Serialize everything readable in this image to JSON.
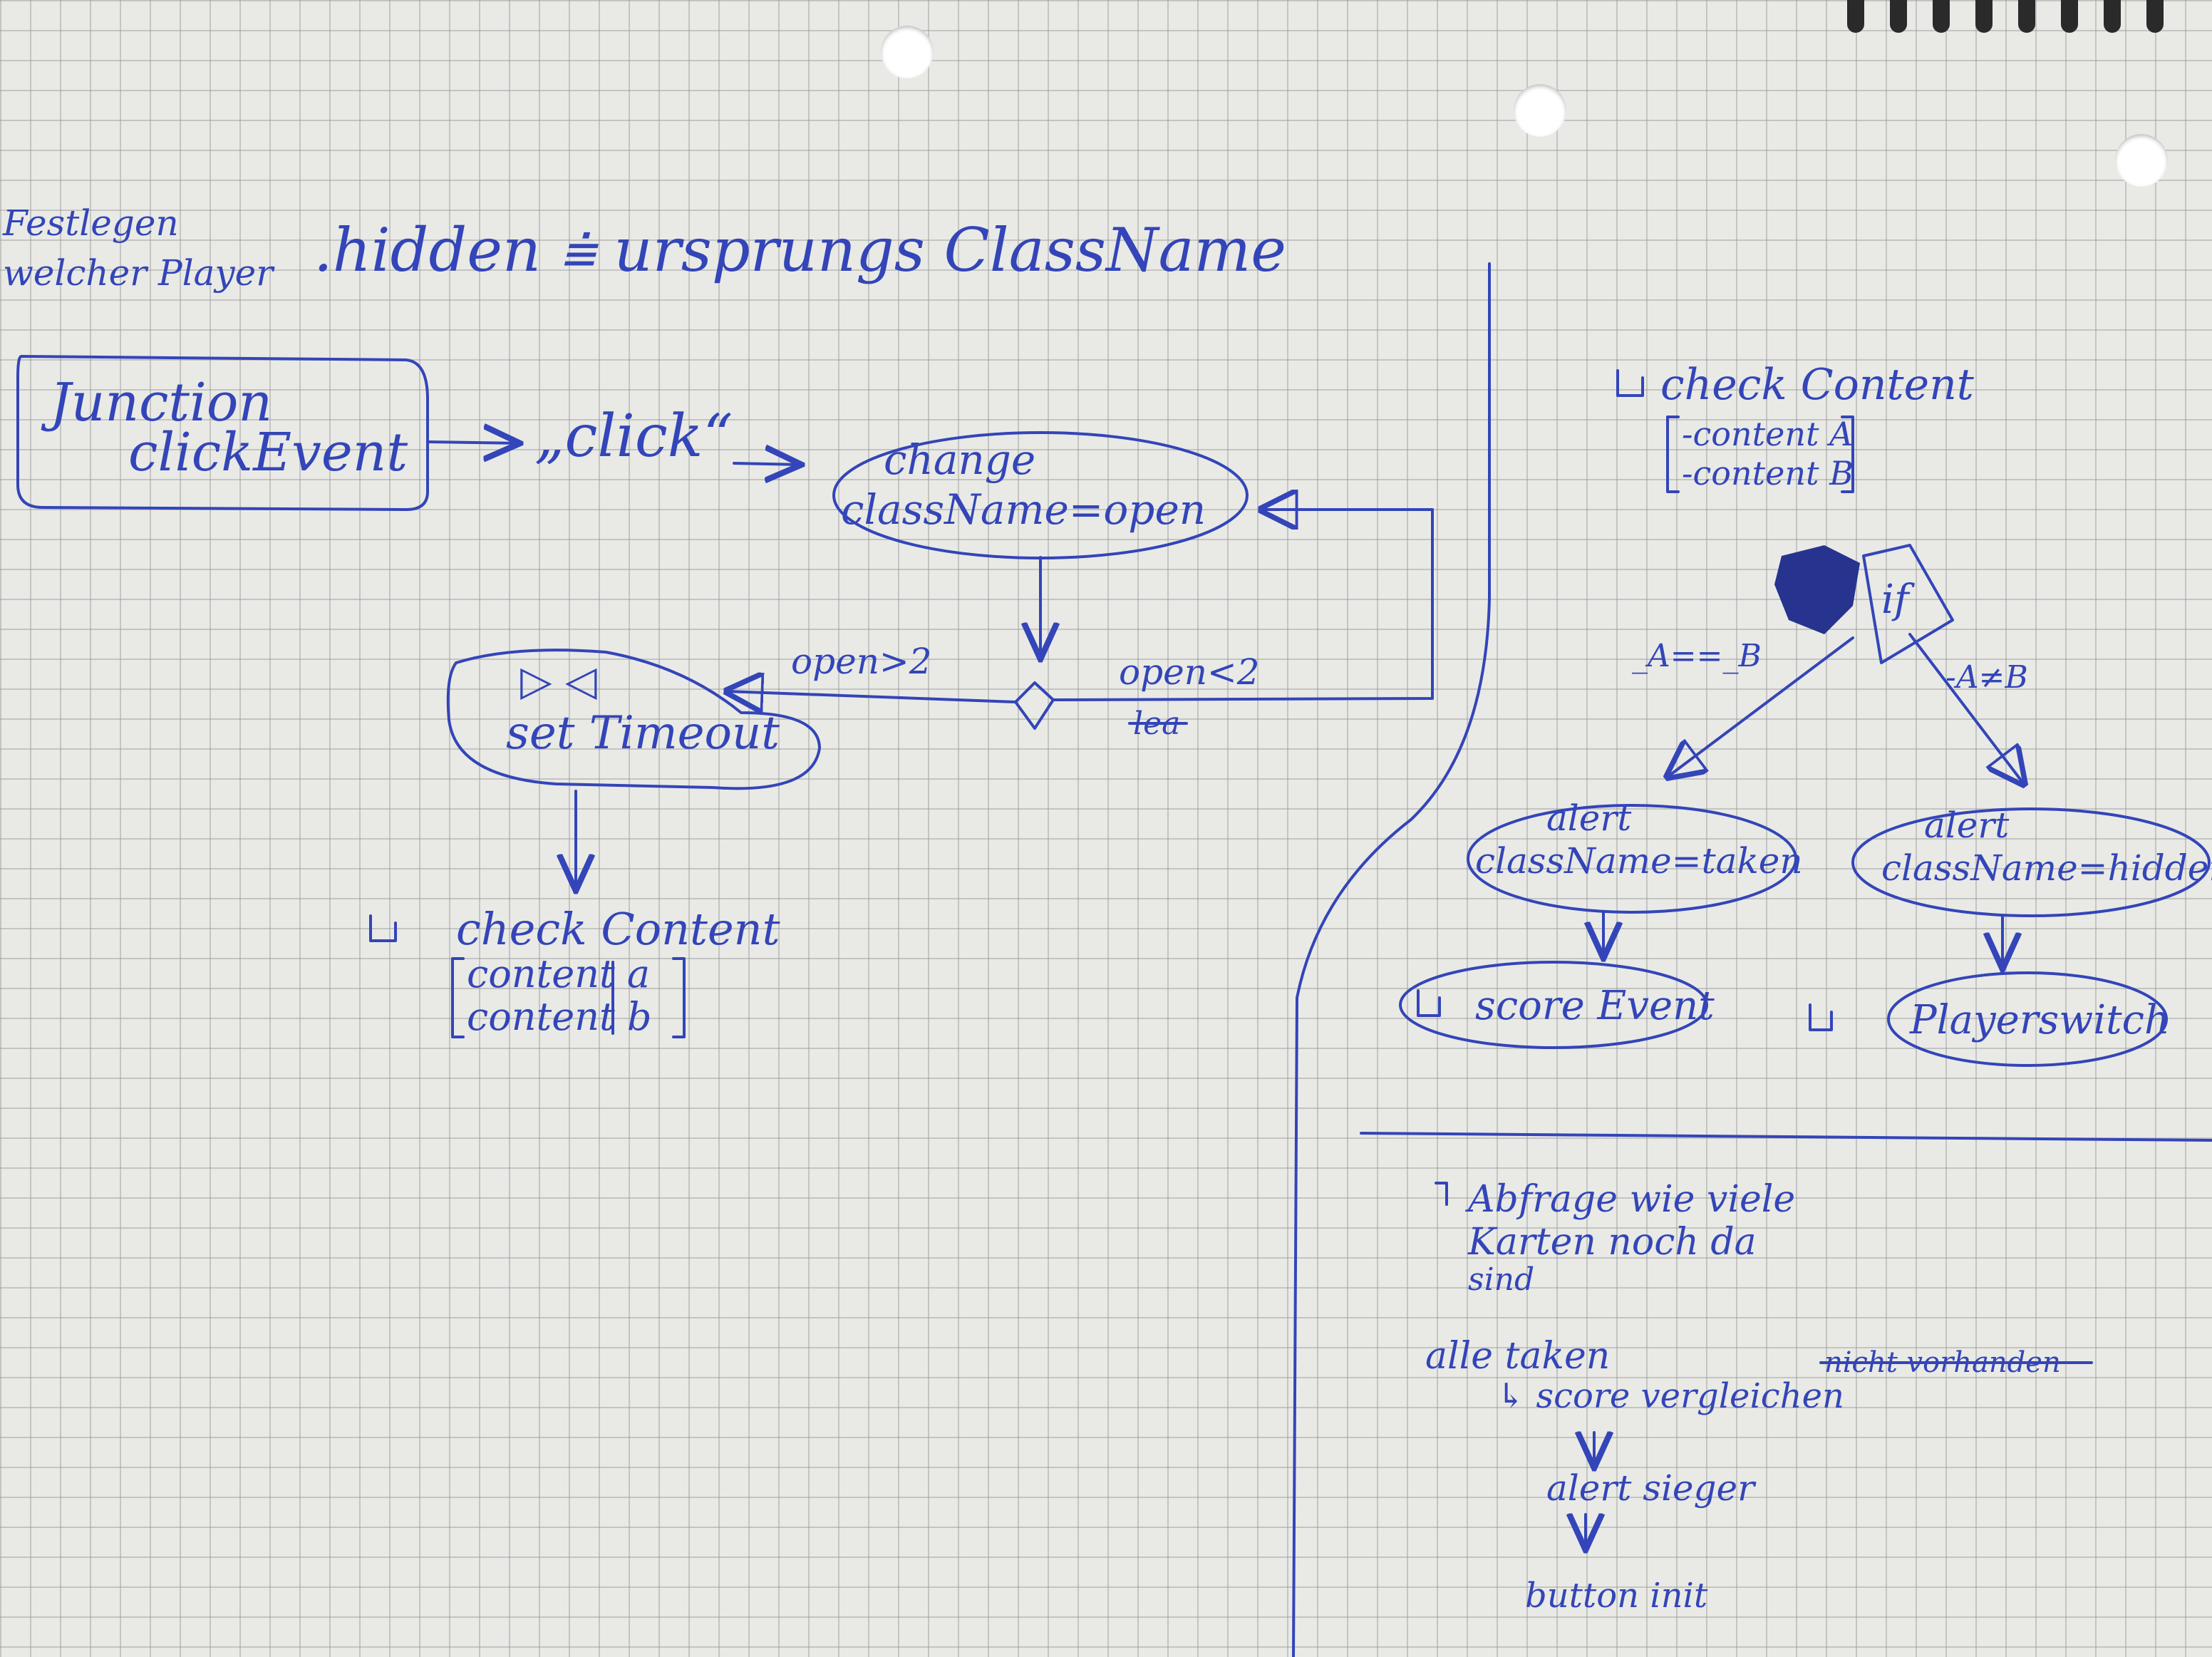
{
  "header": {
    "festlegen_line1": "Festlegen",
    "festlegen_line2": "welcher Player",
    "hidden_note": ".hidden ⩧ ursprungs ClassName"
  },
  "left_flow": {
    "function_box": {
      "line1": "Junction",
      "line2": "clickEvent"
    },
    "click_label": "„click“",
    "change_node": {
      "line1": "change",
      "line2": "className=open"
    },
    "open_gt": "open>2",
    "open_lt": "open<2",
    "strike_word": "lea",
    "timeout_node": {
      "line1": "▷ ◁",
      "line2": "set Timeout"
    },
    "check_content": {
      "title": "check Content",
      "item1": "content a",
      "item2": "content b"
    }
  },
  "right_flow": {
    "check_content": {
      "title": "check Content",
      "item1": "-content A",
      "item2": "-content B"
    },
    "if_label": "if",
    "equal_label": "_A==_B",
    "notequal_label": "-A≠B",
    "alert_taken": {
      "line1": "alert",
      "line2": "className=taken"
    },
    "alert_hidden": {
      "line1": "alert",
      "line2": "className=hidden"
    },
    "score_event": "score Event",
    "player_switch": "Playerswitch"
  },
  "notes": {
    "abfrage_line1": "Abfrage wie viele",
    "abfrage_line2": "Karten noch da",
    "abfrage_line3": "sind",
    "alle_taken": "alle taken",
    "score_vergleichen": "↳ score vergleichen",
    "alert_sieger": "alert sieger",
    "button_init": "button init",
    "crossed_out": "nicht vorhanden"
  },
  "colors": {
    "ink": "#3345b8",
    "paper": "#e9eae6",
    "grid": "#969696"
  }
}
